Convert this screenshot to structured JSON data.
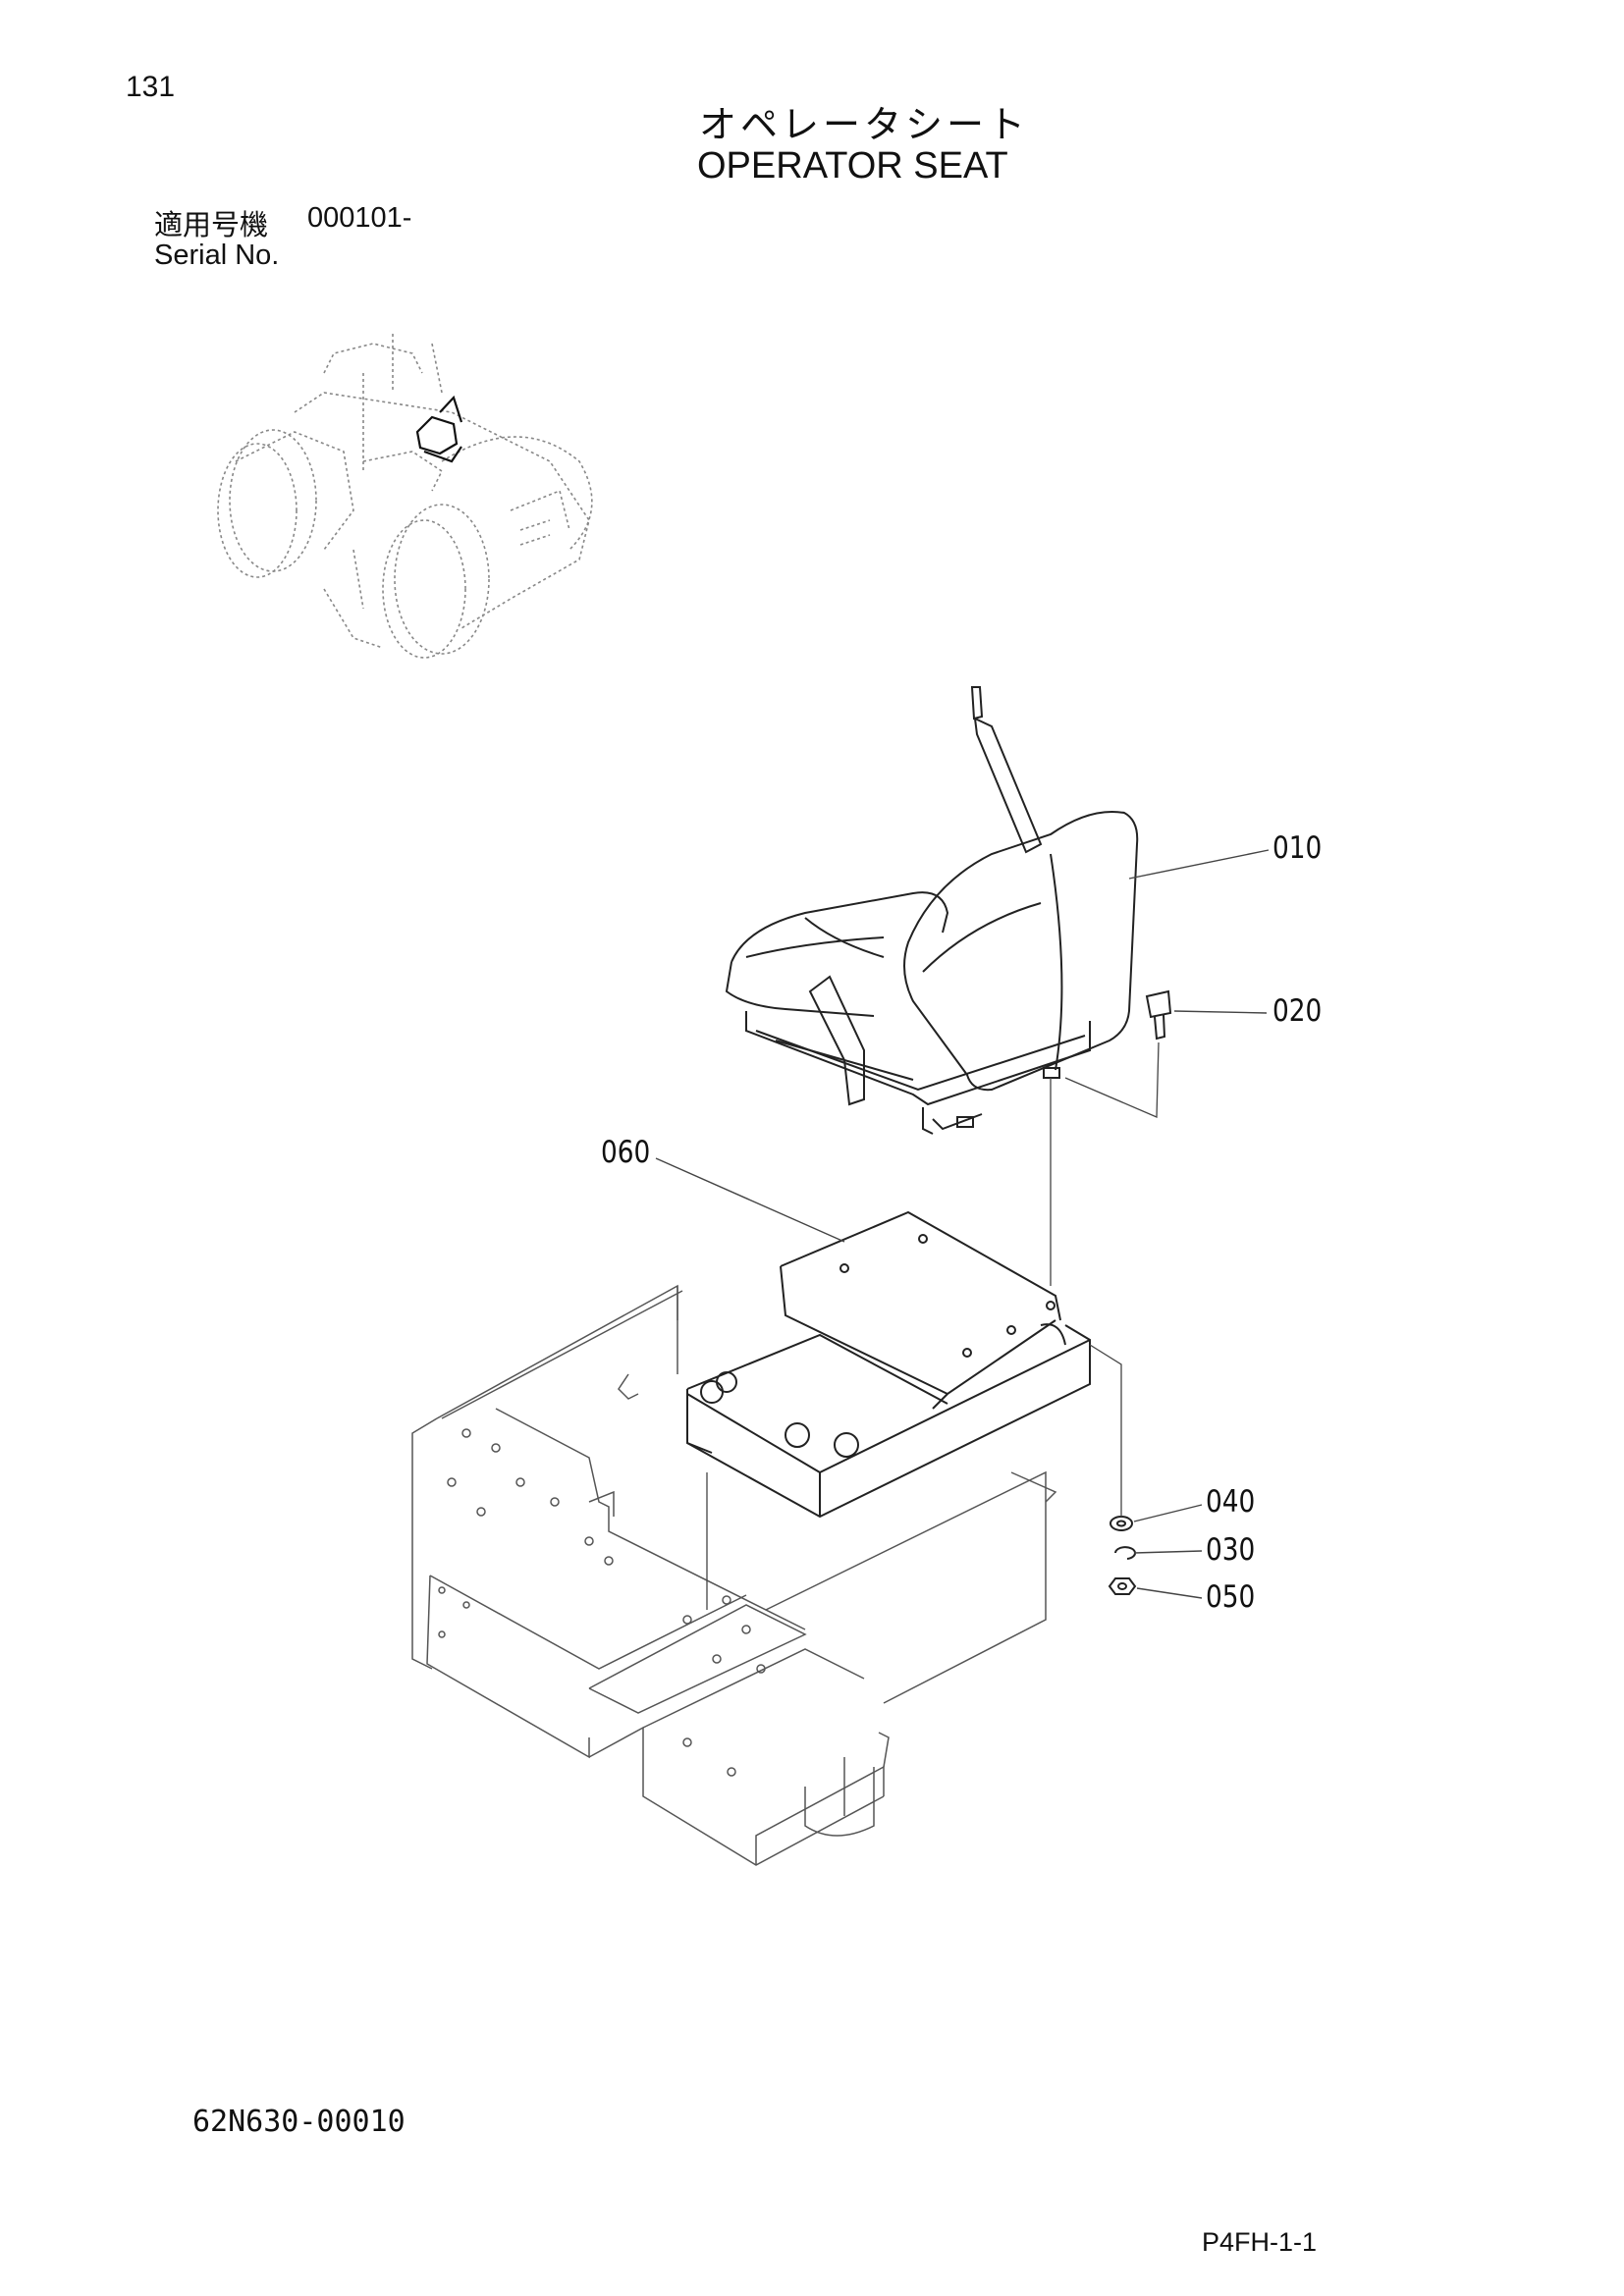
{
  "header": {
    "page_number": "131",
    "title_jp": "オペレータシート",
    "title_en": "OPERATOR SEAT"
  },
  "serial": {
    "label_jp": "適用号機",
    "value": "000101-",
    "label_en": "Serial No."
  },
  "callouts": {
    "seat": "010",
    "bolt": "020",
    "seat_stand": "060",
    "washer": "040",
    "lock_washer": "030",
    "nut": "050"
  },
  "footer": {
    "drawing_number": "62N630-00010",
    "sheet_ref": "P4FH-1-1"
  }
}
